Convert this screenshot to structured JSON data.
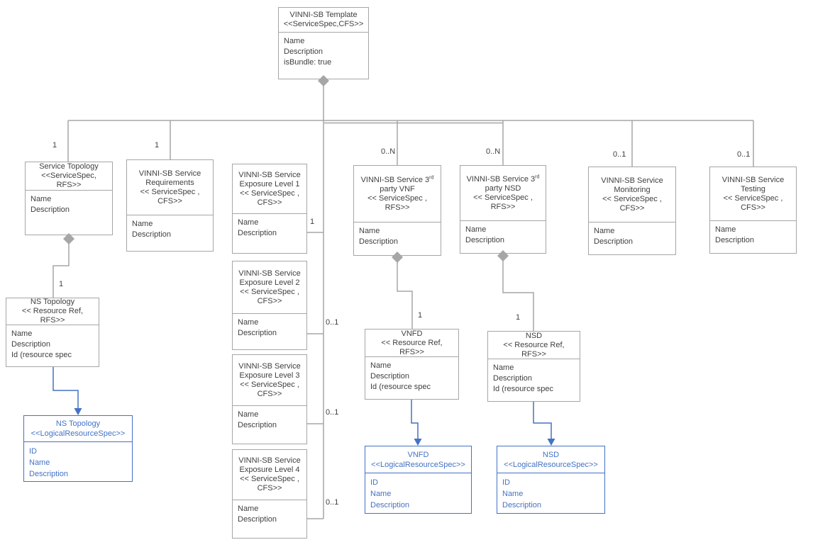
{
  "colors": {
    "box_border": "#a6a6a6",
    "box_text": "#3f3f3f",
    "blue_accent": "#4472c4",
    "connector_gray": "#a6a6a6"
  },
  "classes": {
    "template": {
      "title": [
        "VINNI-SB Template",
        "<<ServiceSpec,CFS>>"
      ],
      "attrs": [
        "Name",
        "Description",
        "isBundle: true"
      ]
    },
    "service_topology": {
      "title": [
        "Service Topology",
        "<<ServiceSpec,",
        "RFS>>"
      ],
      "attrs": [
        "Name",
        "Description"
      ]
    },
    "requirements": {
      "title": [
        "VINNI-SB Service",
        "Requirements",
        "<< ServiceSpec ,",
        "CFS>>"
      ],
      "attrs": [
        "Name",
        "Description"
      ]
    },
    "exposure1": {
      "title": [
        "VINNI-SB Service",
        "Exposure Level 1",
        "<< ServiceSpec ,",
        "CFS>>"
      ],
      "attrs": [
        "Name",
        "Description"
      ]
    },
    "exposure2": {
      "title": [
        "VINNI-SB Service",
        "Exposure Level 2",
        "<< ServiceSpec ,",
        "CFS>>"
      ],
      "attrs": [
        "Name",
        "Description"
      ]
    },
    "exposure3": {
      "title": [
        "VINNI-SB Service",
        "Exposure Level 3",
        "<< ServiceSpec ,",
        "CFS>>"
      ],
      "attrs": [
        "Name",
        "Description"
      ]
    },
    "exposure4": {
      "title": [
        "VINNI-SB Service",
        "Exposure Level 4",
        "<< ServiceSpec ,",
        "CFS>>"
      ],
      "attrs": [
        "Name",
        "Description"
      ]
    },
    "vnf3rd": {
      "title_l1": "VINNI-SB Service 3",
      "title_sup": "rd",
      "title": [
        "party VNF",
        "<< ServiceSpec ,",
        "RFS>>"
      ],
      "attrs": [
        "Name",
        "Description"
      ]
    },
    "nsd3rd": {
      "title_l1": "VINNI-SB Service 3",
      "title_sup": "rd",
      "title": [
        "party NSD",
        "<< ServiceSpec ,",
        "RFS>>"
      ],
      "attrs": [
        "Name",
        "Description"
      ]
    },
    "monitoring": {
      "title": [
        "VINNI-SB Service",
        "Monitoring",
        "<< ServiceSpec ,",
        "CFS>>"
      ],
      "attrs": [
        "Name",
        "Description"
      ]
    },
    "testing": {
      "title": [
        "VINNI-SB Service",
        "Testing",
        "<< ServiceSpec ,",
        "CFS>>"
      ],
      "attrs": [
        "Name",
        "Description"
      ]
    },
    "ns_topology_ref": {
      "title": [
        "NS Topology",
        "<< Resource Ref,",
        "RFS>>"
      ],
      "attrs": [
        "Name",
        "Description",
        "Id (resource spec"
      ]
    },
    "vnfd_ref": {
      "title": [
        "VNFD",
        "<< Resource Ref,",
        "RFS>>"
      ],
      "attrs": [
        "Name",
        "Description",
        "Id (resource spec"
      ]
    },
    "nsd_ref": {
      "title": [
        "NSD",
        "<< Resource Ref,",
        "RFS>>"
      ],
      "attrs": [
        "Name",
        "Description",
        "Id (resource spec"
      ]
    },
    "ns_topology_lrs": {
      "title": [
        "NS Topology",
        "<<LogicalResourceSpec>>"
      ],
      "attrs": [
        "ID",
        "Name",
        "Description"
      ]
    },
    "vnfd_lrs": {
      "title": [
        "VNFD",
        "<<LogicalResourceSpec>>"
      ],
      "attrs": [
        "ID",
        "Name",
        "Description"
      ]
    },
    "nsd_lrs": {
      "title": [
        "NSD",
        "<<LogicalResourceSpec>>"
      ],
      "attrs": [
        "ID",
        "Name",
        "Description"
      ]
    }
  },
  "multiplicities": {
    "service_topology": "1",
    "requirements": "1",
    "exposure1": "1",
    "exposure2": "0..1",
    "exposure3": "0..1",
    "exposure4": "0..1",
    "vnf3rd": "0..N",
    "nsd3rd": "0..N",
    "monitoring": "0..1",
    "testing": "0..1",
    "ns_topology_ref": "1",
    "vnfd_ref": "1",
    "nsd_ref": "1"
  }
}
